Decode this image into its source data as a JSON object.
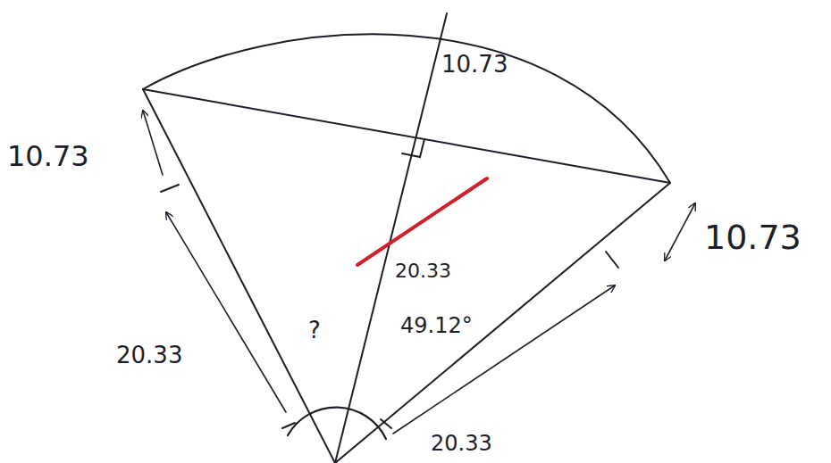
{
  "diagram": {
    "labels": [
      "10.73",
      "10.73",
      "20.33",
      "10.73",
      "?",
      "49.12°",
      "20.33",
      "20.33"
    ]
  }
}
